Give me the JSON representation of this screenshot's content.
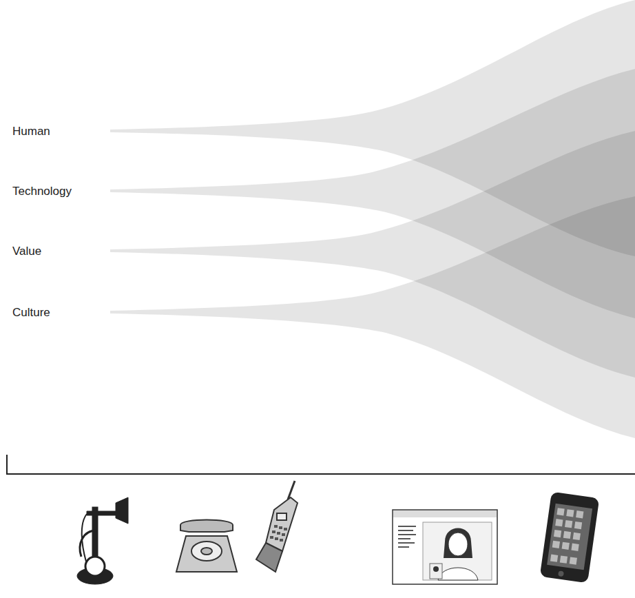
{
  "diagram": {
    "labels": [
      "Human",
      "Technology",
      "Value",
      "Culture"
    ]
  }
}
